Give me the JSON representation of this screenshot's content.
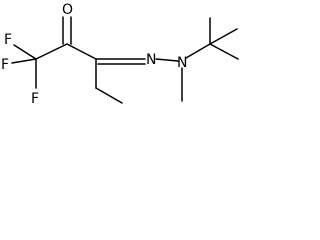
{
  "molecule": {
    "atoms": {
      "o_label": "O",
      "f1_label": "F",
      "f2_label": "F",
      "f3_label": "F",
      "n1_label": "N",
      "n2_label": "N"
    }
  },
  "colors": {
    "background": "#ffffff",
    "ink": "#000000"
  }
}
